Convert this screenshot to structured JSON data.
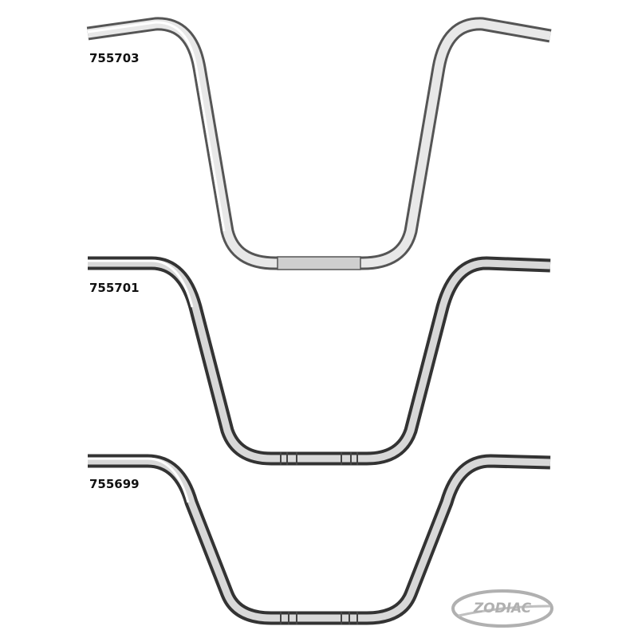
{
  "products": [
    {
      "part_number": "755703"
    },
    {
      "part_number": "755701"
    },
    {
      "part_number": "755699"
    }
  ],
  "logo": {
    "text": "ZODIAC"
  },
  "colors": {
    "background": "#ffffff",
    "chrome_dark": "#3a3a3a",
    "chrome_light": "#f2f2f2",
    "logo": "#b0b0b0"
  }
}
